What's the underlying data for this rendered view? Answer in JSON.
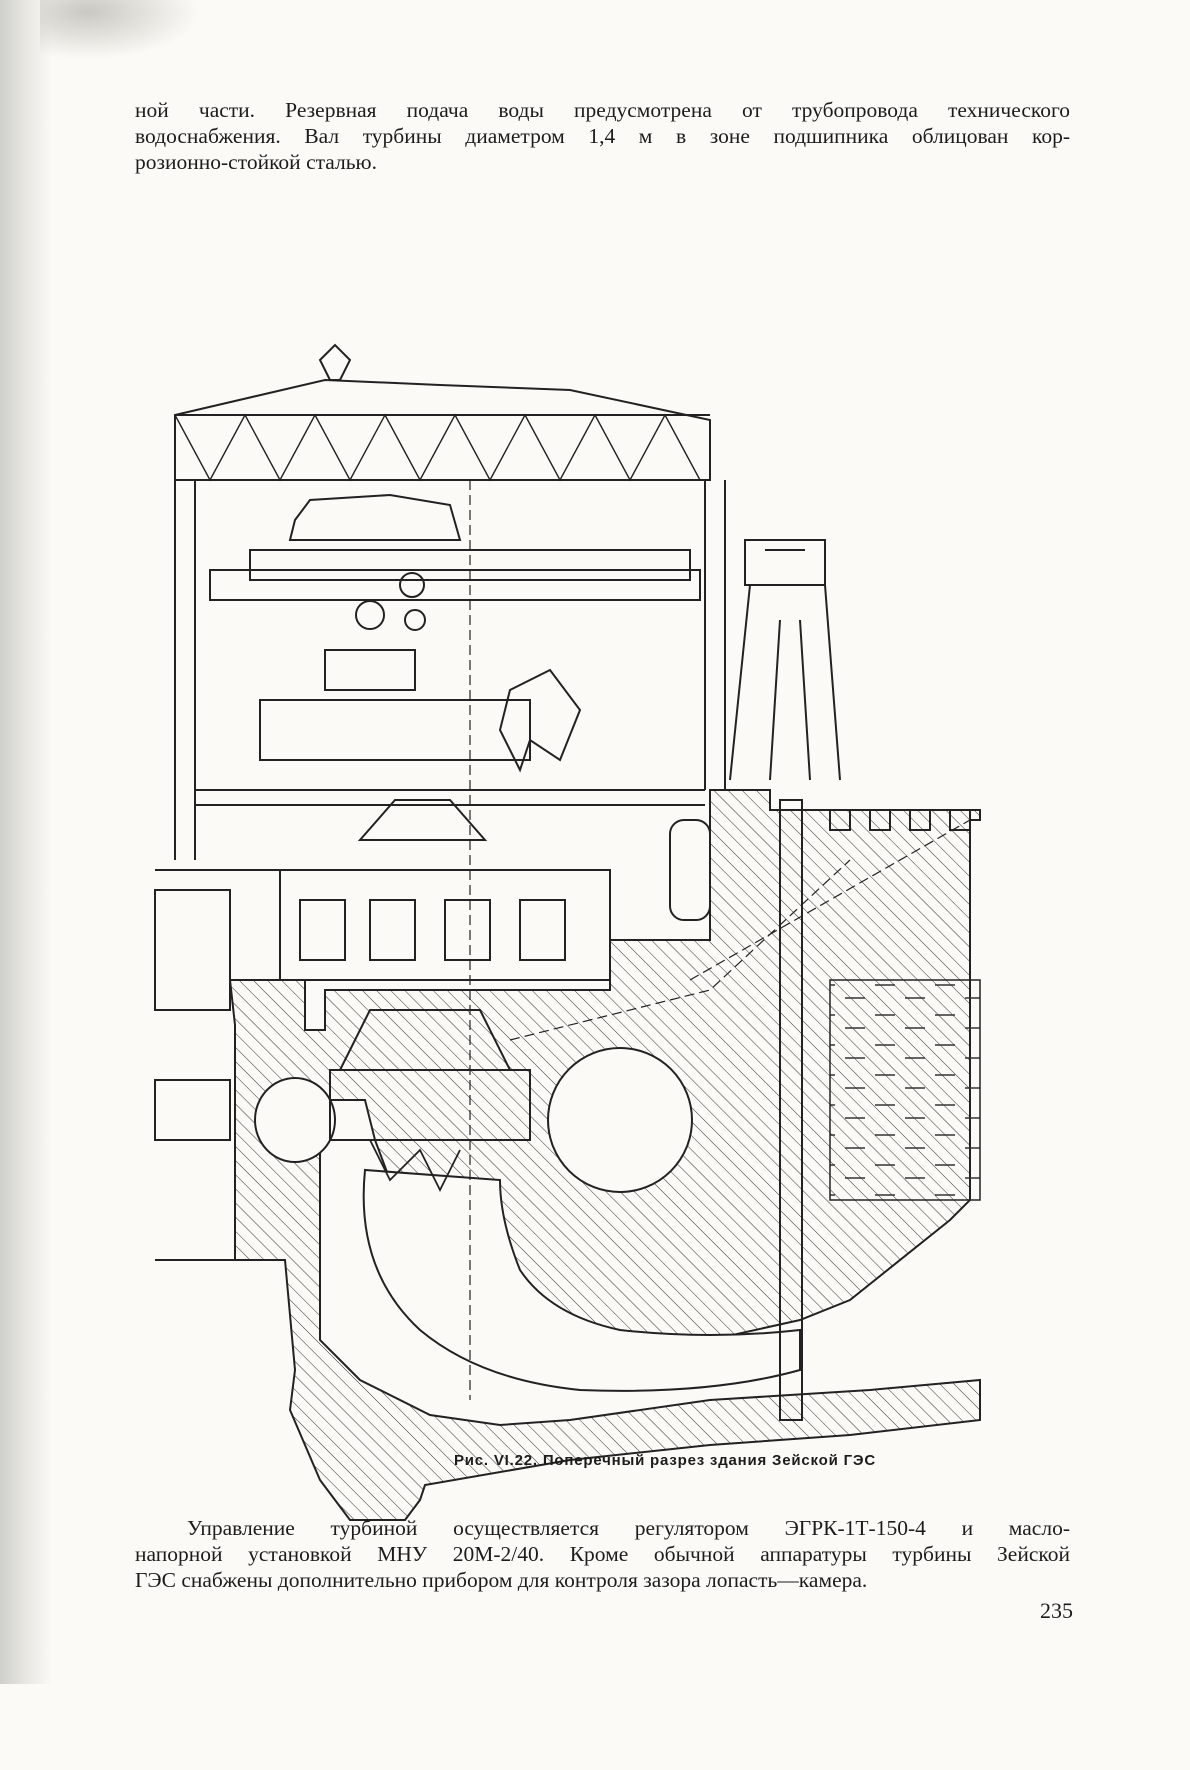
{
  "top_paragraph": {
    "lines": [
      "ной части. Резервная подача воды предусмотрена от трубопровода технического",
      "водоснабжения. Вал турбины диаметром 1,4 м в зоне подшипника облицован кор-",
      "розионно-стойкой сталью."
    ]
  },
  "figure": {
    "caption": "Рис. VI.22. Поперечный разрез здания Зейской ГЭС"
  },
  "bottom_paragraph": {
    "lines": [
      "Управление турбиной осуществляется регулятором ЭГРК-1Т-150-4 и масло-",
      "напорной установкой МНУ 20М-2/40. Кроме обычной аппаратуры турбины Зейской",
      "ГЭС снабжены дополнительно прибором для контроля зазора лопасть—камера."
    ]
  },
  "page_number": "235"
}
